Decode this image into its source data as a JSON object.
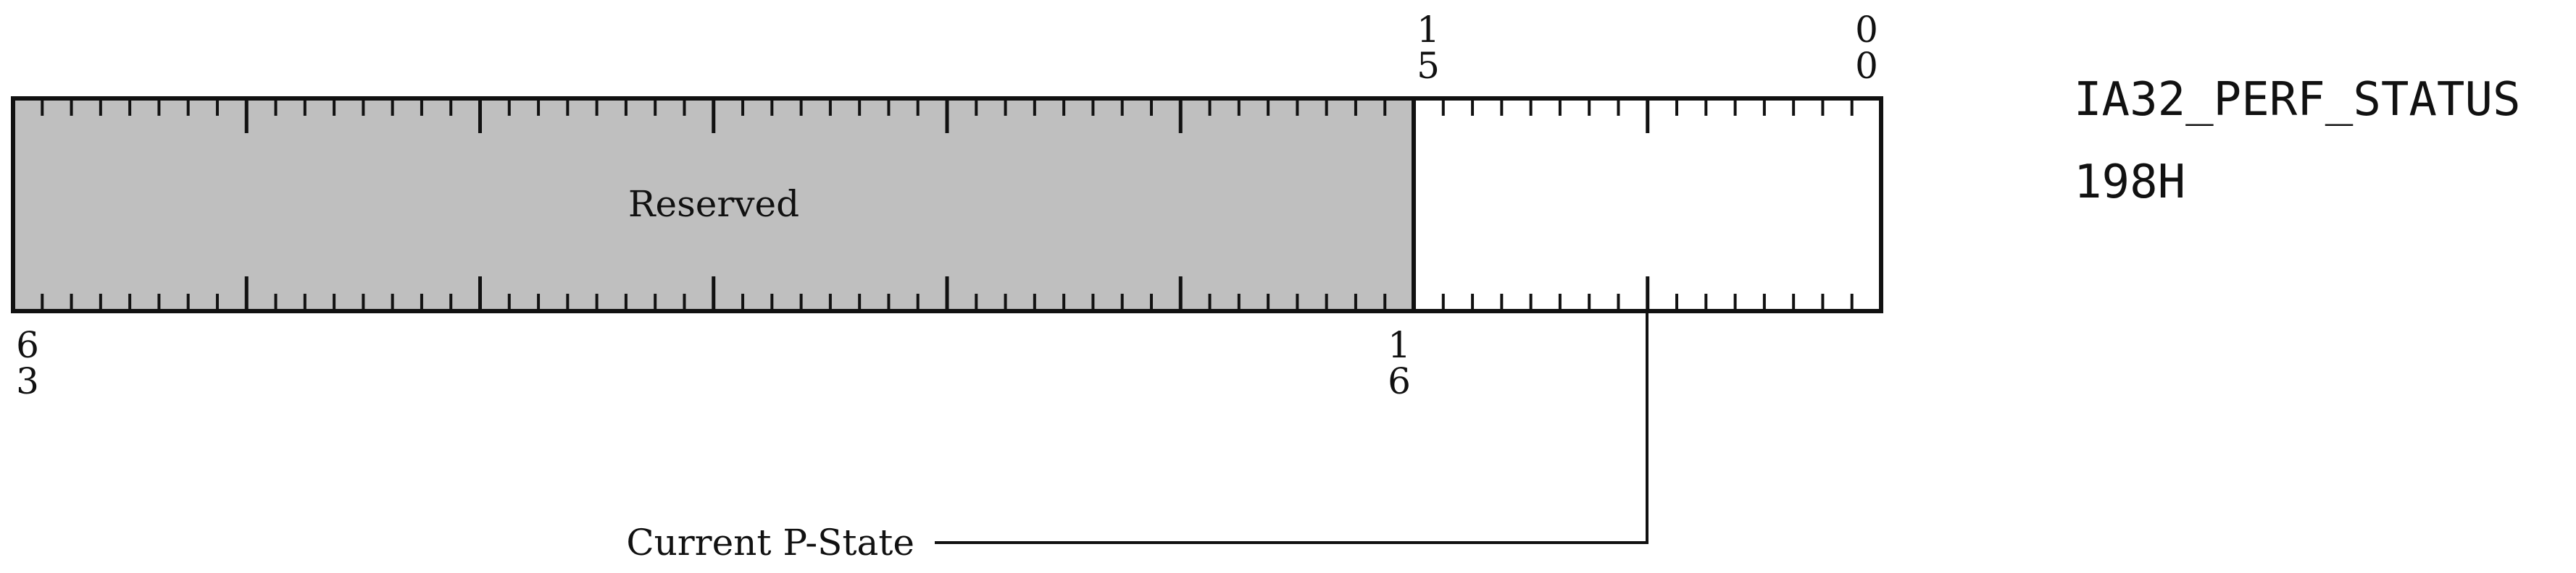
{
  "register": {
    "name": "IA32_PERF_STATUS",
    "address": "198H"
  },
  "bit_labels": {
    "high_end_top": [
      "6",
      "3"
    ],
    "reserved_low_top": [
      "1",
      "6"
    ],
    "field_high_top": [
      "1",
      "5"
    ],
    "low_end_top": [
      "0",
      "0"
    ]
  },
  "fields": [
    {
      "name": "Reserved",
      "high_bit": 63,
      "low_bit": 16,
      "reserved": true,
      "fill": "#bfbfbf"
    },
    {
      "name": "Current P-State",
      "high_bit": 15,
      "low_bit": 0,
      "reserved": false,
      "fill": "#ffffff"
    }
  ],
  "colors": {
    "reserved_fill": "#bfbfbf",
    "line": "#111111"
  }
}
